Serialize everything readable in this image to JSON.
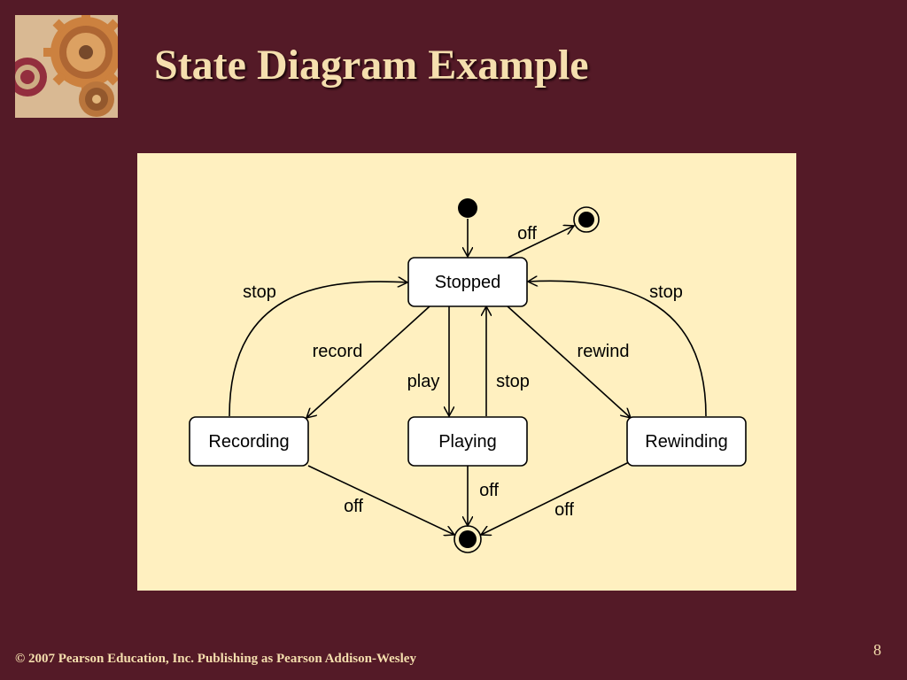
{
  "slide": {
    "title": "State Diagram Example",
    "footer": "© 2007 Pearson Education, Inc. Publishing as Pearson Addison-Wesley",
    "page_number": "8",
    "logo_icon": "clockwork-gears-image"
  },
  "diagram": {
    "states": {
      "stopped": "Stopped",
      "recording": "Recording",
      "playing": "Playing",
      "rewinding": "Rewinding"
    },
    "transitions": {
      "stopped_to_final": "off",
      "recording_to_stopped": "stop",
      "rewinding_to_stopped": "stop",
      "stopped_to_recording": "record",
      "stopped_to_rewinding": "rewind",
      "stopped_to_playing": "play",
      "playing_to_stopped": "stop",
      "recording_to_final": "off",
      "playing_to_final": "off",
      "rewinding_to_final": "off"
    }
  },
  "colors": {
    "background": "#541a27",
    "panel": "#fff0c0",
    "title": "#f5dfae"
  }
}
